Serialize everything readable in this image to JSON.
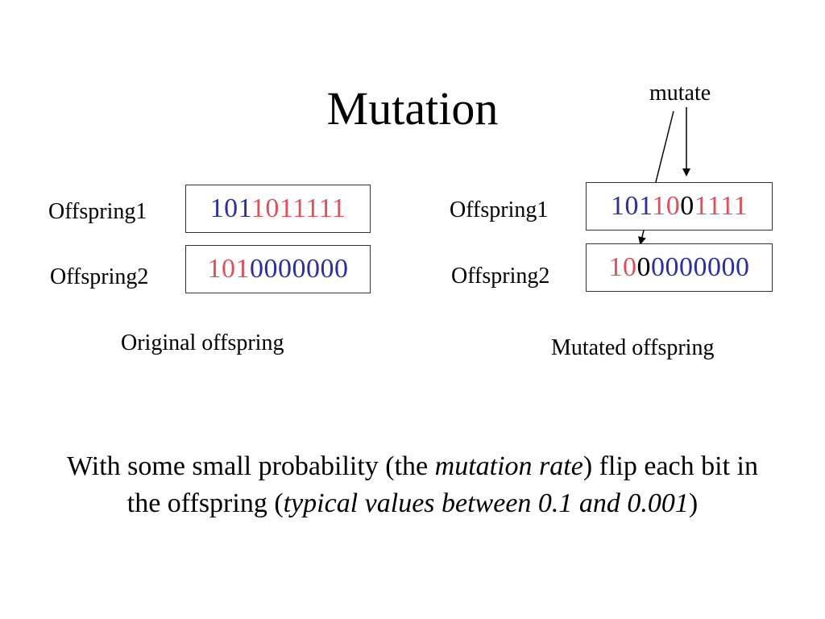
{
  "title": "Mutation",
  "mutate_label": "mutate",
  "colors": {
    "blue": "#2B2FA0",
    "red": "#E0505A",
    "black": "#000000"
  },
  "original": {
    "caption": "Original offspring",
    "rows": [
      {
        "label": "Offspring1",
        "segments": [
          {
            "text": "101",
            "color": "blue"
          },
          {
            "text": "1011111",
            "color": "red"
          }
        ]
      },
      {
        "label": "Offspring2",
        "segments": [
          {
            "text": "101",
            "color": "red"
          },
          {
            "text": "0000000",
            "color": "blue"
          }
        ]
      }
    ]
  },
  "mutated": {
    "caption": "Mutated offspring",
    "rows": [
      {
        "label": "Offspring1",
        "segments": [
          {
            "text": "101",
            "color": "blue"
          },
          {
            "text": "10",
            "color": "red"
          },
          {
            "text": "0",
            "color": "black"
          },
          {
            "text": "1111",
            "color": "red"
          }
        ]
      },
      {
        "label": "Offspring2",
        "segments": [
          {
            "text": "10",
            "color": "red"
          },
          {
            "text": "0",
            "color": "black"
          },
          {
            "text": "0000000",
            "color": "blue"
          }
        ]
      }
    ]
  },
  "footer": {
    "part1": "With some small probability (the ",
    "em1": "mutation rate",
    "part2": ") flip each bit in the offspring (",
    "em2": "typical values between 0.1 and 0.001",
    "part3": ")"
  }
}
